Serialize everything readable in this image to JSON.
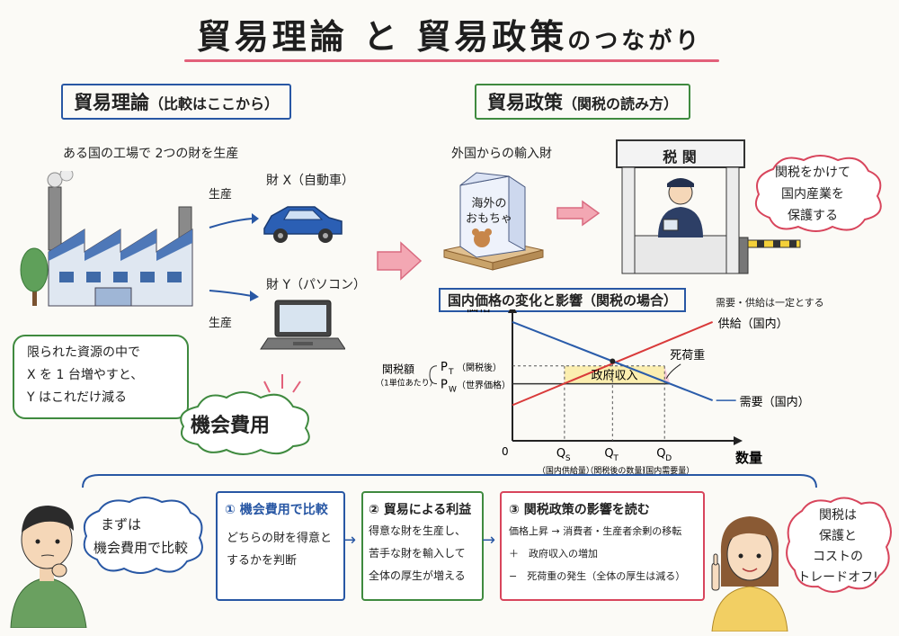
{
  "title": {
    "main": "貿易理論 と 貿易政策",
    "tail": "のつながり"
  },
  "left": {
    "header": "貿易理論",
    "header_sub": "（比較はここから）",
    "factory_caption": "ある国の工場で 2つの財を生産",
    "good_x": "財 X（自動車）",
    "good_y": "財 Y（パソコン）",
    "produce_1": "生産",
    "produce_2": "生産",
    "resource_lines": [
      "限られた資源の中で",
      "X を 1 台増やすと、",
      "Y はこれだけ減る"
    ],
    "opportunity_cost": "機会費用"
  },
  "right": {
    "header": "貿易政策",
    "header_sub": "（関税の読み方）",
    "import_caption": "外国からの輸入財",
    "box_label_1": "海外の",
    "box_label_2": "おもちゃ",
    "customs_sign": "税 関",
    "tariff_bubble": [
      "関税をかけて",
      "国内産業を",
      "保護する"
    ],
    "chart_header": "国内価格の変化と影響（関税の場合）",
    "chart_note": "需要・供給は一定とする"
  },
  "chart_data": {
    "type": "line",
    "ylabel": "価格",
    "xlabel": "数量",
    "origin_label": "0",
    "series": [
      {
        "name": "供給（国内）",
        "x": [
          0,
          10
        ],
        "y": [
          3.0,
          10.0
        ],
        "color": "#d93a3a"
      },
      {
        "name": "需要（国内）",
        "x": [
          0,
          10
        ],
        "y": [
          10.0,
          3.4
        ],
        "color": "#2a5caa"
      }
    ],
    "price_levels": {
      "pt": {
        "label": "P",
        "sub": "T",
        "note": "（関税後）",
        "value": 6.3
      },
      "pw": {
        "label": "P",
        "sub": "W",
        "note": "（世界価格）",
        "value": 4.8
      }
    },
    "quantities": {
      "qs": {
        "label": "Q",
        "sub": "S",
        "note": "（国内供給量）",
        "value": 2.6
      },
      "qt": {
        "label": "Q",
        "sub": "T",
        "note": "（関税後の数量）",
        "value": 5.0
      },
      "qd": {
        "label": "Q",
        "sub": "D",
        "note": "（国内需要量）",
        "value": 7.6
      }
    },
    "tariff_label": [
      "関税額",
      "（1単位あたり）"
    ],
    "area_labels": {
      "gov": "政府収入",
      "deadweight": "死荷重"
    },
    "xlim": [
      0,
      10.6
    ],
    "ylim": [
      0,
      10.6
    ],
    "colors": {
      "gov": "#fbeeb0",
      "deadweight": "#f6c9d6",
      "axis": "#222222"
    }
  },
  "bottom": {
    "speech_left": [
      "まずは",
      "機会費用で比較"
    ],
    "step1": {
      "title": "① 機会費用で比較",
      "lines": [
        "どちらの財を得意と",
        "するかを判断"
      ]
    },
    "step2": {
      "title": "② 貿易による利益",
      "lines": [
        "得意な財を生産し、",
        "苦手な財を輸入して",
        "全体の厚生が増える"
      ]
    },
    "step3": {
      "title": "③ 関税政策の影響を読む",
      "lines": [
        "価格上昇 → 消費者・生産者余剰の移転",
        "＋　政府収入の増加",
        "−　死荷重の発生（全体の厚生は減る）"
      ]
    },
    "speech_right": [
      "関税は",
      "保護と",
      "コストの",
      "トレードオフ!"
    ]
  },
  "colors": {
    "blue": "#2857a4",
    "green": "#3f8a3f",
    "red": "#d8455c",
    "pink_arrow": "#f3a7b3",
    "title_line": "#e2607a"
  }
}
